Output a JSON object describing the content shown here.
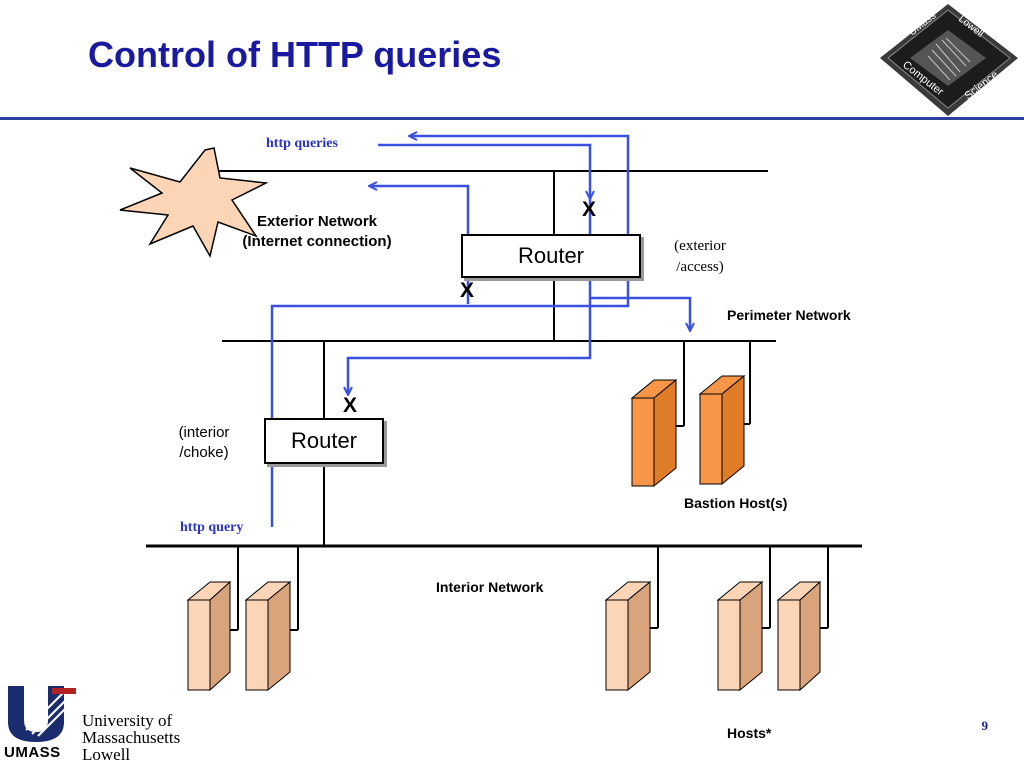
{
  "title": "Control of HTTP queries",
  "labels": {
    "http_queries": "http queries",
    "exterior_network_line1": "Exterior Network",
    "exterior_network_line2": "(Internet connection)",
    "exterior_access_line1": "(exterior",
    "exterior_access_line2": "/access)",
    "perimeter_network": "Perimeter Network",
    "interior_choke_line1": "(interior",
    "interior_choke_line2": "/choke)",
    "http_query": "http query",
    "bastion_hosts": "Bastion Host(s)",
    "interior_network": "Interior Network",
    "hosts": "Hosts*"
  },
  "routers": {
    "exterior": "Router",
    "interior": "Router"
  },
  "block_marks": [
    "X",
    "X",
    "X"
  ],
  "page_number": "9",
  "footer_logo": {
    "line1": "University of",
    "line2": "Massachusetts",
    "line3": "Lowell",
    "wordmark": "UMASS"
  },
  "corner_badge": {
    "top": "UMass",
    "top_right": "Lowell",
    "bottom_left": "Computer",
    "bottom_right": "Science"
  },
  "colors": {
    "title": "#1a1aa0",
    "arrows": "#3a50e0",
    "bastion_face": "#f79646",
    "bastion_side": "#e07b28",
    "host_face": "#fbd5b5",
    "host_side": "#d9a37c"
  }
}
